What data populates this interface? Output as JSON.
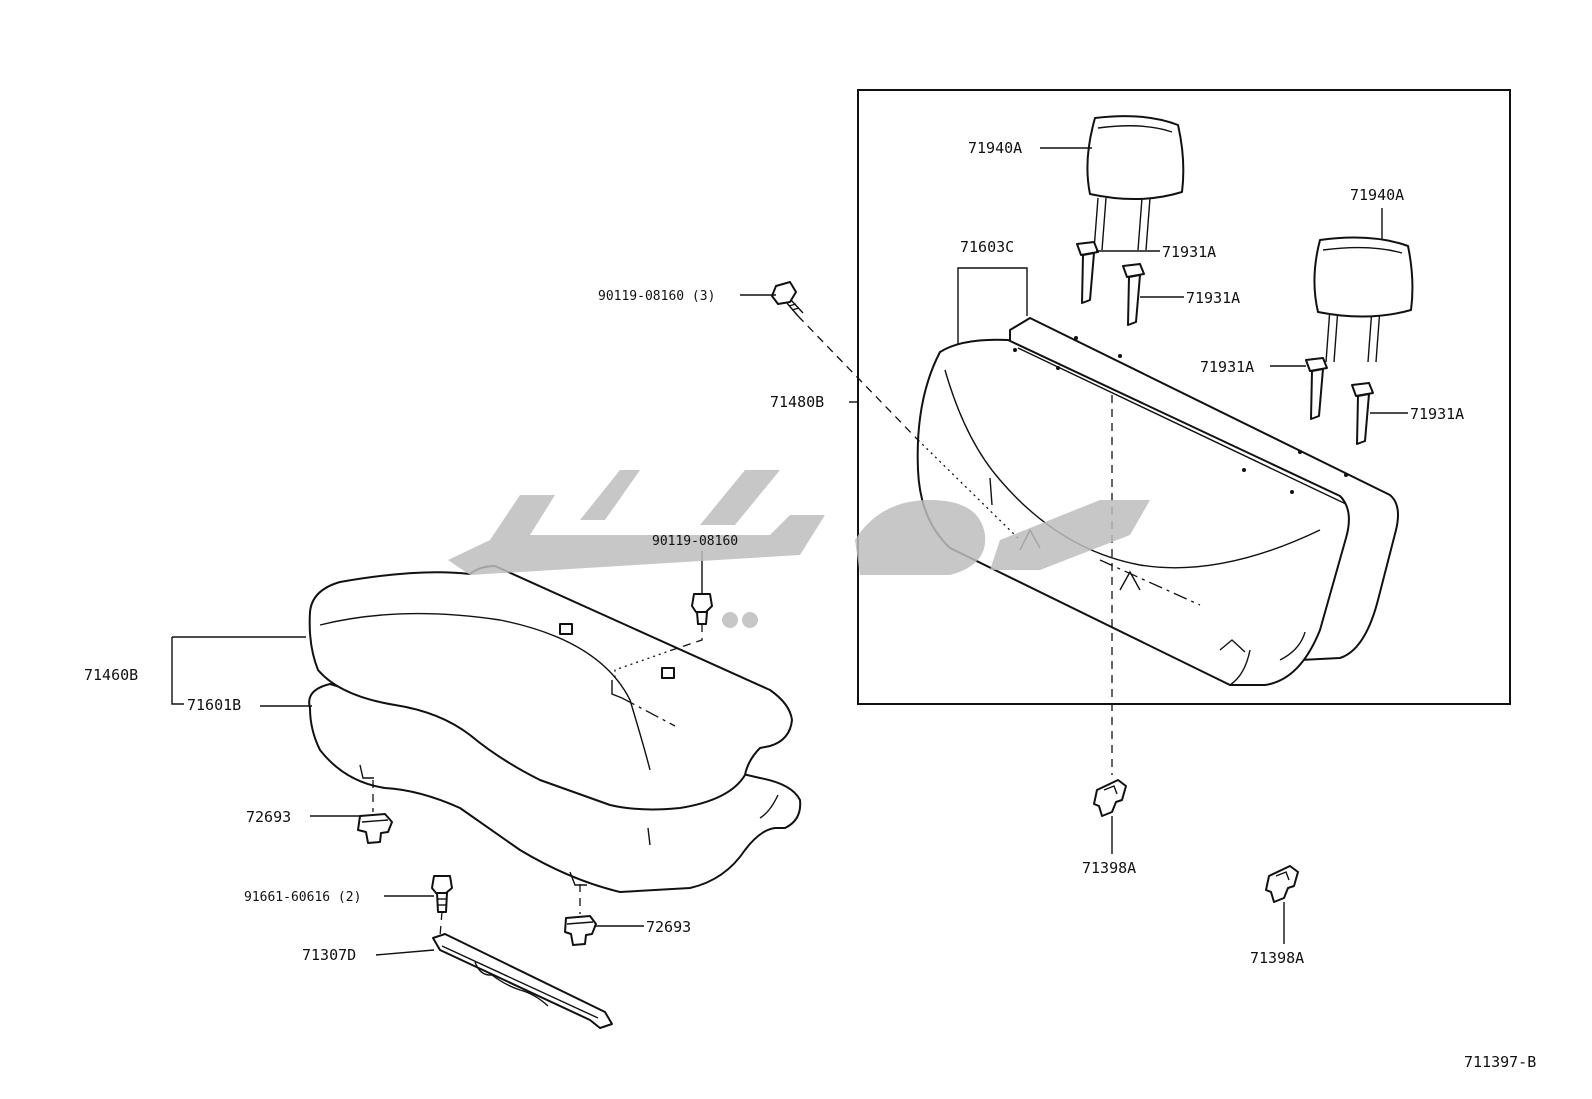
{
  "labels": {
    "headrest_left": "71940A",
    "headrest_right": "71940A",
    "seatback_cover": "71603C",
    "support_1": "71931A",
    "support_2": "71931A",
    "support_3": "71931A",
    "support_4": "71931A",
    "bolt_back": "90119-08160 (3)",
    "seatback_assy": "71480B",
    "bolt_cushion": "90119-08160",
    "cushion_assy": "71460B",
    "cushion_cover": "71601B",
    "clip_left": "72693",
    "clip_right": "72693",
    "bolt_frame": "91661-60616 (2)",
    "frame_bracket": "71307D",
    "hook_1": "71398A",
    "hook_2": "71398A",
    "diagram_id": "711397-B"
  },
  "watermark": {
    "color": "#bdbdbd"
  }
}
